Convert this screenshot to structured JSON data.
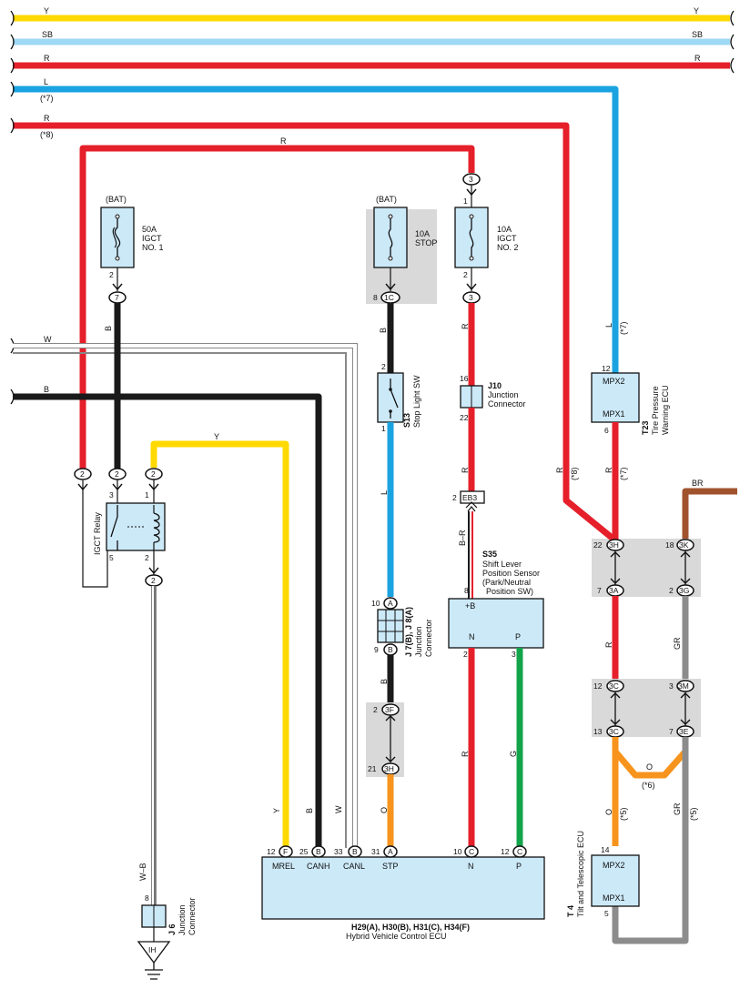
{
  "bus": {
    "y": {
      "code_left": "Y",
      "code_right": "Y"
    },
    "sb": {
      "code_left": "SB",
      "code_right": "SB"
    },
    "r": {
      "code_left": "R",
      "code_right": "R"
    },
    "l": {
      "code_left": "L",
      "note": "(*7)"
    },
    "r2": {
      "code_left": "R",
      "note": "(*8)"
    }
  },
  "colors": {
    "Y": "#FFD900",
    "SB": "#9ED9F5",
    "R": "#E5202B",
    "L": "#1AA3E0",
    "B": "#1A1A1A",
    "W": "#FFFFFF",
    "G": "#12A44A",
    "O": "#F7941D",
    "GR": "#8C8C8C",
    "BR": "#A0522D",
    "comp": "#CCE9F8",
    "shade": "#D9D9D9"
  },
  "wire_codes": {
    "top_r": "R",
    "bat_b": "B",
    "w_bus": "W",
    "b_bus": "B",
    "y_relay": "Y",
    "stop_b": "B",
    "stop_l": "L",
    "j10_r_top": "R",
    "j10_r_bot": "R",
    "eb3_br": "B–R",
    "jc_b": "B",
    "jc_o": "O",
    "sensor_r": "R",
    "sensor_g": "G",
    "tpw_l": "L",
    "tpw_l_note": "(*7)",
    "tpw_r": "R",
    "tpw_r_note": "(*7)",
    "r8": "R",
    "r8_note": "(*8)",
    "br": "BR",
    "t_r": "R",
    "t_gr": "GR",
    "o_left": "O",
    "o_left_note": "(*5)",
    "o_mid": "O",
    "o_mid_note": "(*6)",
    "gr_right": "GR",
    "gr_right_note": "(*5)",
    "ecu_y": "Y",
    "ecu_b": "B",
    "ecu_w": "W",
    "wb": "W–B"
  },
  "fuse1": {
    "bat": "(BAT)",
    "rating": "50A",
    "name1": "IGCT",
    "name2": "NO. 1",
    "pin_bottom": "2",
    "conn": "7"
  },
  "fuse2": {
    "bat": "(BAT)",
    "rating": "10A",
    "name": "STOP",
    "pin_bottom": "8",
    "conn": "1C"
  },
  "fuse3": {
    "conn_top": "3",
    "pin_top": "1",
    "rating": "10A",
    "name1": "IGCT",
    "name2": "NO. 2",
    "pin_bottom": "2",
    "conn_bottom": "3"
  },
  "relay": {
    "name": "IGCT Relay",
    "pin3": "3",
    "pin5": "5",
    "pin1": "1",
    "pin2": "2",
    "conn_a": "2",
    "conn_b": "2",
    "conn_c": "2",
    "conn_d": "2"
  },
  "stop_sw": {
    "code": "S13",
    "name": "Stop Light SW",
    "pin2": "2",
    "pin1": "1"
  },
  "j10": {
    "code": "J10",
    "name1": "Junction",
    "name2": "Connector",
    "pin16": "16",
    "pin22": "22"
  },
  "eb3": {
    "pin": "2",
    "label": "EB3"
  },
  "sensor": {
    "code": "S35",
    "line1": "Shift Lever",
    "line2": "Position Sensor",
    "line3": "(Park/Neutral",
    "line4": "Position SW)",
    "pin8": "8",
    "plusb": "+B",
    "n": "N",
    "p": "P",
    "pin2": "2",
    "pin3": "3"
  },
  "jc": {
    "code": "J 7(B), J 8(A)",
    "name1": "Junction",
    "name2": "Connector",
    "pin10": "10",
    "pinA": "A",
    "pin9": "9",
    "pinB": "B"
  },
  "conn3f": {
    "pin_top": "2",
    "top": "3F",
    "pin_bot": "21",
    "bot": "3H"
  },
  "tpw": {
    "code": "T23",
    "name1": "Tire Pressure",
    "name2": "Warning ECU",
    "pin12": "12",
    "mpx2": "MPX2",
    "mpx1": "MPX1",
    "pin6": "6"
  },
  "jgrp1": {
    "p22": "22",
    "c3h": "3H",
    "p18": "18",
    "c3k": "3K",
    "p7": "7",
    "c3a": "3A",
    "p2": "2",
    "c3g": "3G"
  },
  "jgrp2": {
    "p12": "12",
    "c3c": "3C",
    "p3": "3",
    "c3m": "3M",
    "p13": "13",
    "c3c2": "3C",
    "p7": "7",
    "c3e": "3E"
  },
  "tilt": {
    "code": "T 4",
    "name": "Tilt and Telescopic ECU",
    "pin14": "14",
    "mpx2": "MPX2",
    "mpx1": "MPX1",
    "pin5": "5"
  },
  "hv": {
    "title": "H29(A), H30(B), H31(C), H34(F)",
    "name": "Hybrid Vehicle Control ECU",
    "p12": "12",
    "cF": "F",
    "p25": "25",
    "cB": "B",
    "p33": "33",
    "cB2": "B",
    "p31": "31",
    "cA": "A",
    "p10": "10",
    "cC": "C",
    "p12b": "12",
    "cC2": "C",
    "mrel": "MREL",
    "canh": "CANH",
    "canl": "CANL",
    "stp": "STP",
    "n": "N",
    "p": "P"
  },
  "j6": {
    "code": "J 6",
    "name1": "Junction",
    "name2": "Connector",
    "pin8": "8",
    "ground": "IH"
  }
}
